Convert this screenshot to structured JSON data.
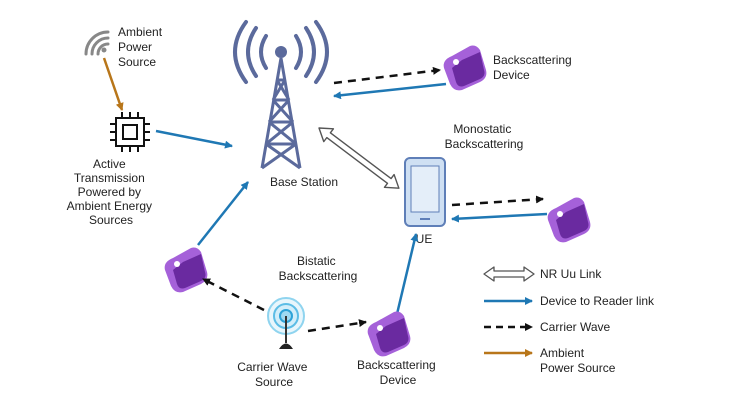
{
  "colors": {
    "blue": "#1f78b4",
    "black": "#111111",
    "ambient": "#b8761a",
    "tower": "#5b6a9c",
    "ue_fill": "#cfe0f3",
    "ue_stroke": "#5f7fb8",
    "tag_light": "#a561d9",
    "tag_dark": "#6a2aa0"
  },
  "labels": {
    "ambient_power_source": [
      "Ambient",
      "Power",
      "Source"
    ],
    "active_transmission": [
      "Active",
      "Transmission",
      "Powered by",
      "Ambient Energy",
      "Sources"
    ],
    "base_station": "Base Station",
    "backscattering_device_top": [
      "Backscattering",
      "Device"
    ],
    "monostatic": [
      "Monostatic",
      "Backscattering"
    ],
    "ue": "UE",
    "bistatic": [
      "Bistatic",
      "Backscattering"
    ],
    "carrier_wave_source": [
      "Carrier Wave",
      "Source"
    ],
    "backscattering_device_bottom": [
      "Backscattering",
      "Device"
    ]
  },
  "legend": {
    "nr_uu_link": "NR Uu Link",
    "device_to_reader": "Device to Reader link",
    "carrier_wave": "Carrier Wave",
    "ambient_power_source": [
      "Ambient",
      "Power Source"
    ]
  },
  "icons": {
    "ambient_source": "wifi-signal-icon",
    "chip": "microchip-icon",
    "base_station": "cell-tower-icon",
    "ue": "smartphone-icon",
    "tag": "rfid-tag-icon",
    "carrier_source": "antenna-icon"
  }
}
